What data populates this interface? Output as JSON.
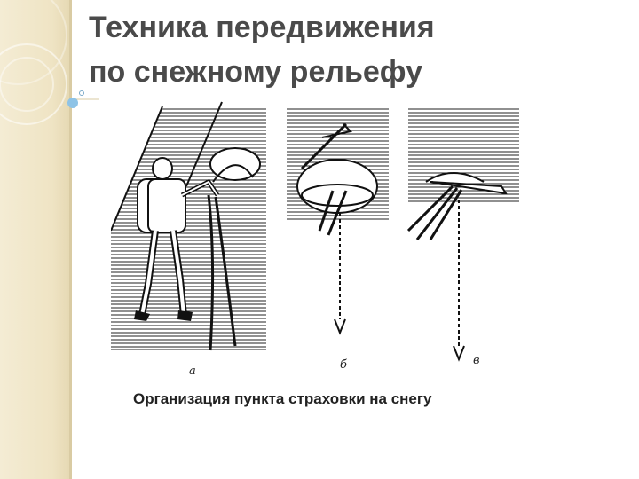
{
  "slide": {
    "title": "Техника передвижения\nпо снежному рельефу",
    "caption": "Организация пункта страховки на снегу"
  },
  "figure": {
    "panel_labels": [
      "а",
      "б",
      "в"
    ]
  },
  "colors": {
    "side_band": "#efe4c4",
    "accent_dot": "#8ec3e6",
    "title_text": "#4a4a4a"
  }
}
